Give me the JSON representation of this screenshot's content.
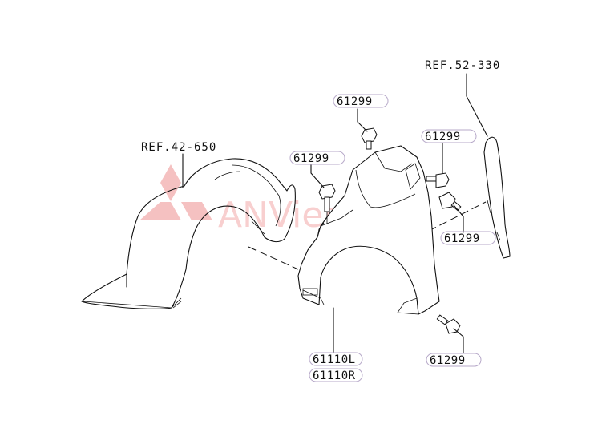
{
  "references": {
    "ref_inner_fender": "REF.42-650",
    "ref_right": "REF.52-330"
  },
  "parts": {
    "bolt_top": "61299",
    "bolt_left": "61299",
    "bolt_upper_right": "61299",
    "bolt_mid_right": "61299",
    "bolt_lower_right": "61299",
    "fender_left": "61110L",
    "fender_right": "61110R"
  },
  "watermark": {
    "text": "ANViet",
    "color": "#f3b6b6"
  },
  "icons": {
    "brand_logo": "mitsubishi-logo-icon",
    "honda_logo": "honda-logo-icon"
  }
}
